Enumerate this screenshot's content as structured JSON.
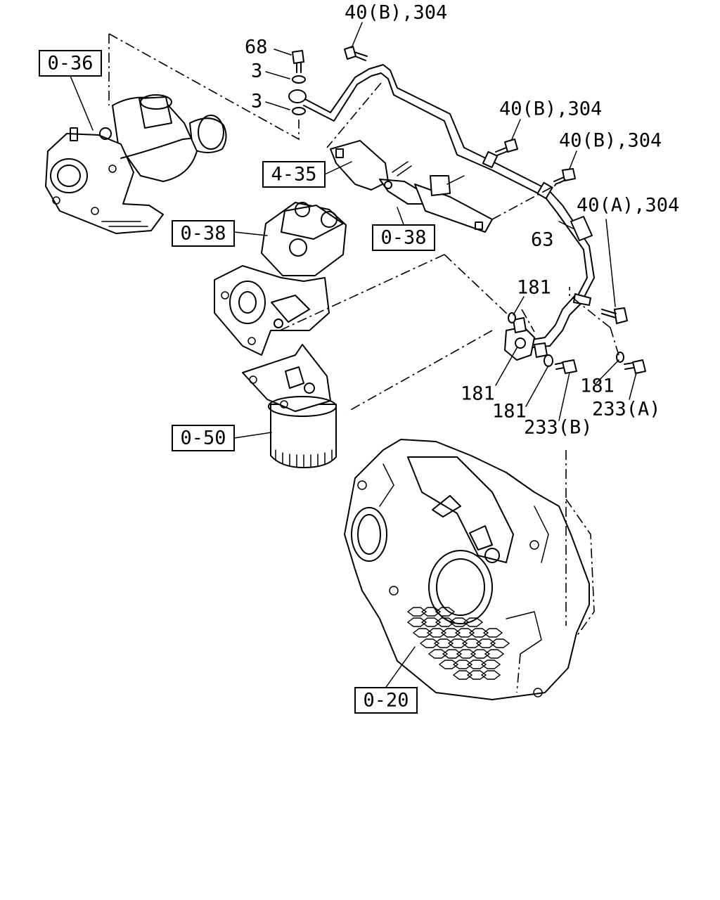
{
  "refs": {
    "r036": "0-36",
    "r435": "4-35",
    "r038a": "0-38",
    "r038b": "0-38",
    "r050": "0-50",
    "r020": "0-20"
  },
  "callouts": {
    "c40b_top": "40(B),304",
    "c68": "68",
    "c3a": "3",
    "c3b": "3",
    "c40b_mid": "40(B),304",
    "c40b_right": "40(B),304",
    "c40a": "40(A),304",
    "c63": "63",
    "c181_top": "181",
    "c181_left": "181",
    "c181_mid": "181",
    "c181_right": "181",
    "c233a": "233(A)",
    "c233b": "233(B)"
  }
}
